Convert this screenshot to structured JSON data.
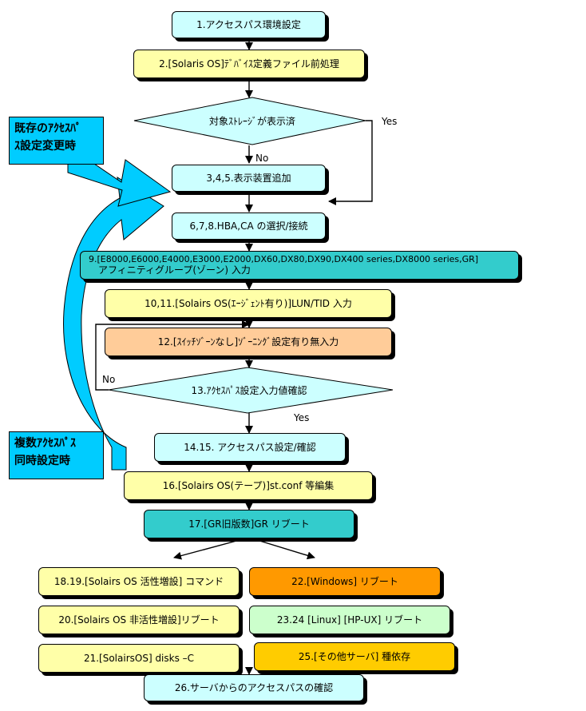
{
  "steps": {
    "s1": "1.アクセスパス環境設定",
    "s2": "2.[Solaris OS]ﾃﾞﾊﾞｲｽ定義ファイル前処理",
    "d1": "対象ｽﾄﾚｰｼﾞが表示済",
    "s345": "3,4,5.表示装置追加",
    "s678": "6,7,8.HBA,CA の選択/接続",
    "s9_line1": "9.[E8000,E6000,E4000,E3000,E2000,DX60,DX80,DX90,DX400 series,DX8000 series,GR]",
    "s9_line2": "アフィニティグループ(ゾーン) 入力",
    "s1011": "10,11.[Solairs OS(ｴｰｼﾞｪﾝﾄ有り)]LUN/TID 入力",
    "s12": "12.[ｽｲｯﾁｿﾞｰﾝなし]ｿﾞｰﾆﾝｸﾞ設定有り無入力",
    "d2": "13.ｱｸｾｽﾊﾟｽ設定入力値確認",
    "s1415": "14.15. アクセスパス設定/確認",
    "s16": "16.[Solairs OS(テープ)]st.conf 等編集",
    "s17": "17.[GR旧版数]GR リブート",
    "s1819": "18.19.[Solairs OS 活性増設] コマンド",
    "s20": "20.[Solairs OS 非活性増設]リブート",
    "s21": "21.[SolairsOS] disks –C",
    "s22": "22.[Windows]   リブート",
    "s2324": "23.24 [Linux] [HP-UX] リブート",
    "s25": "25.[その他サーバ] 種依存",
    "s26": "26.サーバからのアクセスパスの確認"
  },
  "labels": {
    "yes1": "Yes",
    "no1": "No",
    "no2": "No",
    "yes2": "Yes"
  },
  "callouts": {
    "existing_line1": "既存のｱｸｾｽﾊﾟ",
    "existing_line2": "ｽ設定変更時",
    "multiple_line1": "複数ｱｸｾｽﾊﾟｽ",
    "multiple_line2": "同時設定時"
  },
  "colors": {
    "cyan": "#ccffff",
    "yellow": "#ffffa8",
    "teal": "#33cccc",
    "peach": "#ffcc99",
    "orange": "#ff9900",
    "green": "#ccffcc",
    "gold": "#ffcc00",
    "callout_blue": "#00ccff"
  }
}
